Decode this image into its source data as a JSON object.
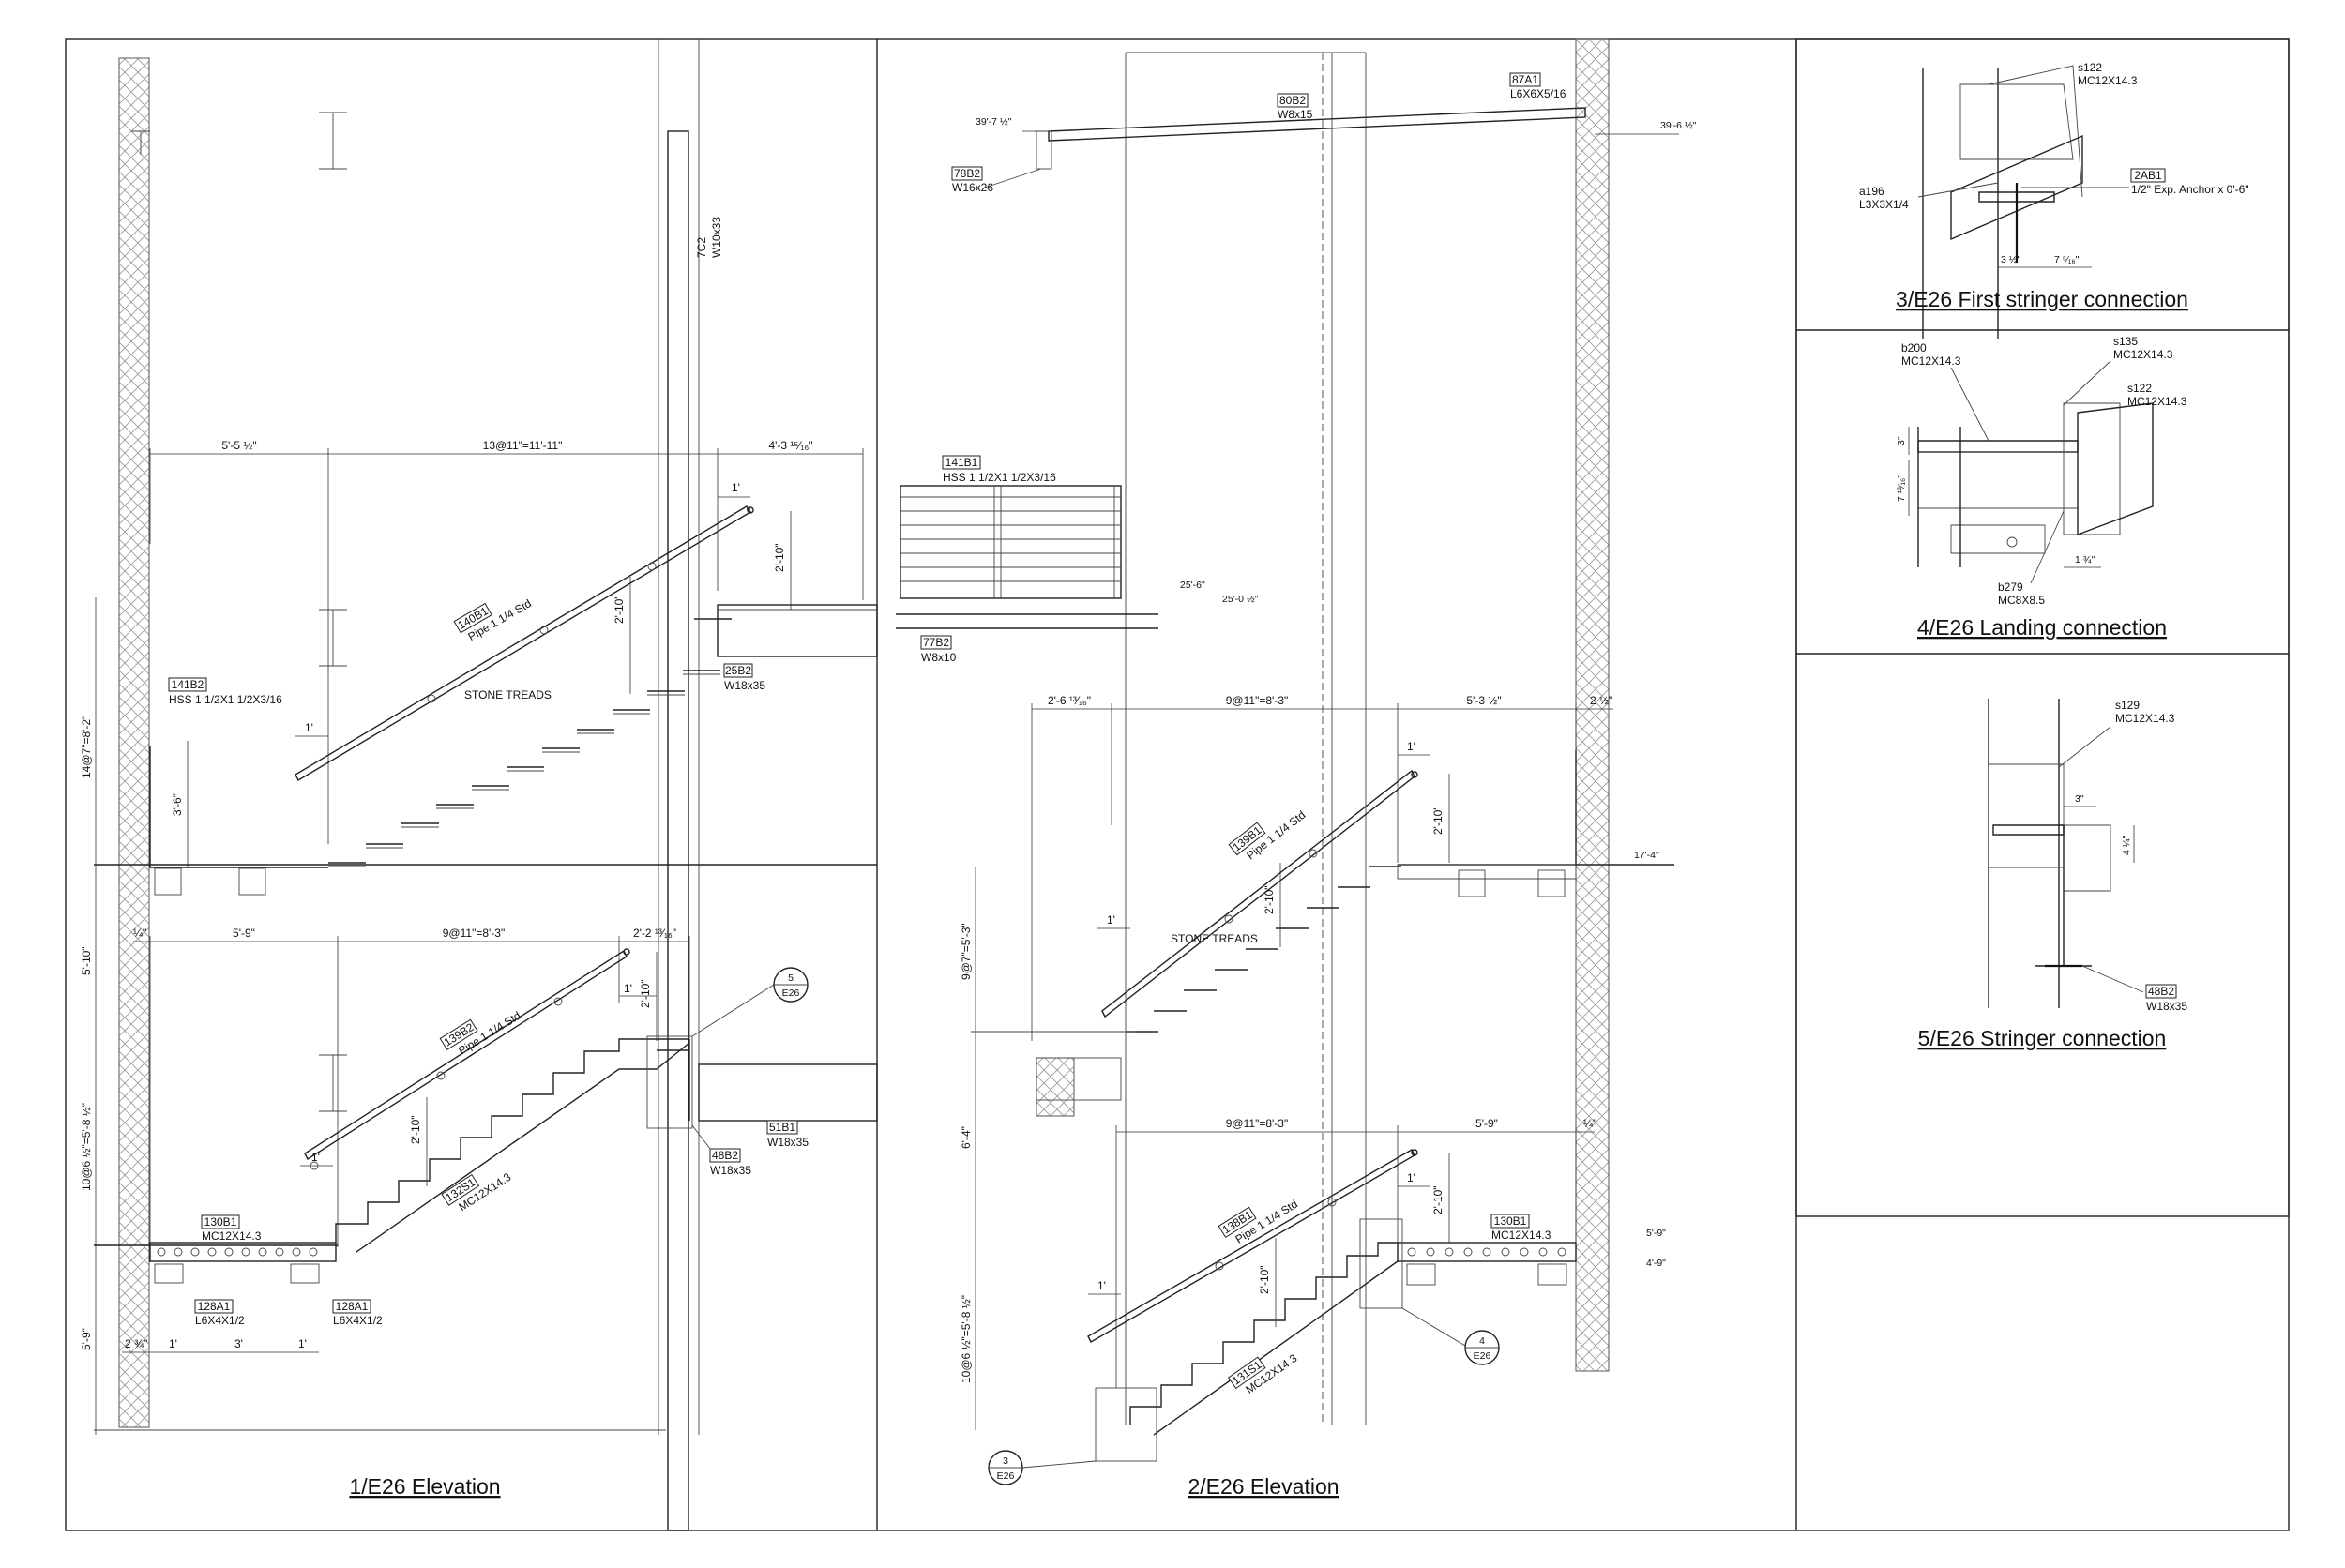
{
  "titles": {
    "elev1": "1/E26 Elevation",
    "elev2": "2/E26 Elevation",
    "det3": "3/E26 First stringer connection",
    "det4": "4/E26 Landing connection",
    "det5": "5/E26 Stringer connection"
  },
  "elev1": {
    "col_tag": "7C2",
    "col_size": "W10x33",
    "rail_upper_tag": "140B1",
    "rail_upper_size": "Pipe 1 1/4 Std",
    "guard_tag": "141B2",
    "guard_size": "HSS 1 1/2X1 1/2X3/16",
    "beam_tag": "25B2",
    "beam_size": "W18x35",
    "rail_lower_tag": "139B2",
    "rail_lower_size": "Pipe 1 1/4 Std",
    "stringer_tag": "132S1",
    "stringer_size": "MC12X14.3",
    "landing_tag": "130B1",
    "landing_size": "MC12X14.3",
    "angle_a_tag": "128A1",
    "angle_a_size": "L6X4X1/2",
    "angle_b_tag": "128A1",
    "angle_b_size": "L6X4X1/2",
    "beam2_tag": "48B2",
    "beam2_size": "W18x35",
    "beam3_tag": "51B1",
    "beam3_size": "W18x35",
    "treads": "STONE TREADS",
    "d_top_left": "5'-5 ½\"",
    "d_top_mid": "13@11\"=11'-11\"",
    "d_top_right": "4'-3 ¹⁵⁄₁₆\"",
    "d_vert_upper": "14@7\"=8'-2\"",
    "d_vert_mid": "5'-10\"",
    "d_vert_lower": "10@6 ½\"=5'-8 ½\"",
    "d_vert_bottom": "5'-9\"",
    "d_low_left": "5'-9\"",
    "d_low_mid": "9@11\"=8'-3\"",
    "d_low_right": "2'-2 ¹³⁄₁₆\"",
    "d_quarter": "¼\"",
    "d_one_ft": "1'",
    "d_2_10": "2'-10\"",
    "d_3_6": "3'-6\"",
    "d_3": "3'",
    "d_2_3_4": "2 ¾\"",
    "callout_num": "5",
    "callout_sheet": "E26"
  },
  "elev2": {
    "beam_a_tag": "80B2",
    "beam_a_size": "W8x15",
    "angle_tag": "87A1",
    "angle_size": "L6X6X5/16",
    "beam_b_tag": "78B2",
    "beam_b_size": "W16x26",
    "guard_tag": "141B1",
    "guard_size": "HSS 1 1/2X1 1/2X3/16",
    "beam_c_tag": "77B2",
    "beam_c_size": "W8x10",
    "rail_upper_tag": "139B1",
    "rail_upper_size": "Pipe 1 1/4 Std",
    "rail_lower_tag": "138B1",
    "rail_lower_size": "Pipe 1 1/4 Std",
    "landing_tag": "130B1",
    "landing_size": "MC12X14.3",
    "stringer_tag": "131S1",
    "stringer_size": "MC12X14.3",
    "treads": "STONE TREADS",
    "el_left": "39'-7 ½\"",
    "el_right": "39'-6 ½\"",
    "el_25_6": "25'-6\"",
    "el_25_0": "25'-0 ½\"",
    "el_17_4": "17'-4\"",
    "el_5_9": "5'-9\"",
    "el_4_9": "4'-9\"",
    "d_top_left": "2'-6 ¹³⁄₁₆\"",
    "d_top_mid": "9@11\"=8'-3\"",
    "d_top_right": "5'-3 ½\"",
    "d_top_end": "2 ½\"",
    "d_low_mid": "9@11\"=8'-3\"",
    "d_low_right": "5'-9\"",
    "d_low_end": "¼\"",
    "d_vert_upper": "9@7\"=5'-3\"",
    "d_vert_mid": "6'-4\"",
    "d_vert_lower": "10@6 ½\"=5'-8 ½\"",
    "callout4_num": "4",
    "callout4_sheet": "E26",
    "callout3_num": "3",
    "callout3_sheet": "E26"
  },
  "det3": {
    "s_tag": "s122",
    "s_size": "MC12X14.3",
    "a_tag": "a196",
    "a_size": "L3X3X1/4",
    "anchor_tag": "2AB1",
    "anchor_text": "1/2\" Exp. Anchor x 0'-6\"",
    "d1": "3 ½\"",
    "d2": "7 ⁵⁄₁₆\""
  },
  "det4": {
    "b_tag": "b200",
    "b_size": "MC12X14.3",
    "s1_tag": "s135",
    "s1_size": "MC12X14.3",
    "s2_tag": "s122",
    "s2_size": "MC12X14.3",
    "b2_tag": "b279",
    "b2_size": "MC8X8.5",
    "d1": "3\"",
    "d2": "7 ¹³⁄₁₆\"",
    "d3": "1 ¾\""
  },
  "det5": {
    "s_tag": "s129",
    "s_size": "MC12X14.3",
    "beam_tag": "48B2",
    "beam_size": "W18x35",
    "d1": "3\"",
    "d2": "4 ¼\""
  }
}
